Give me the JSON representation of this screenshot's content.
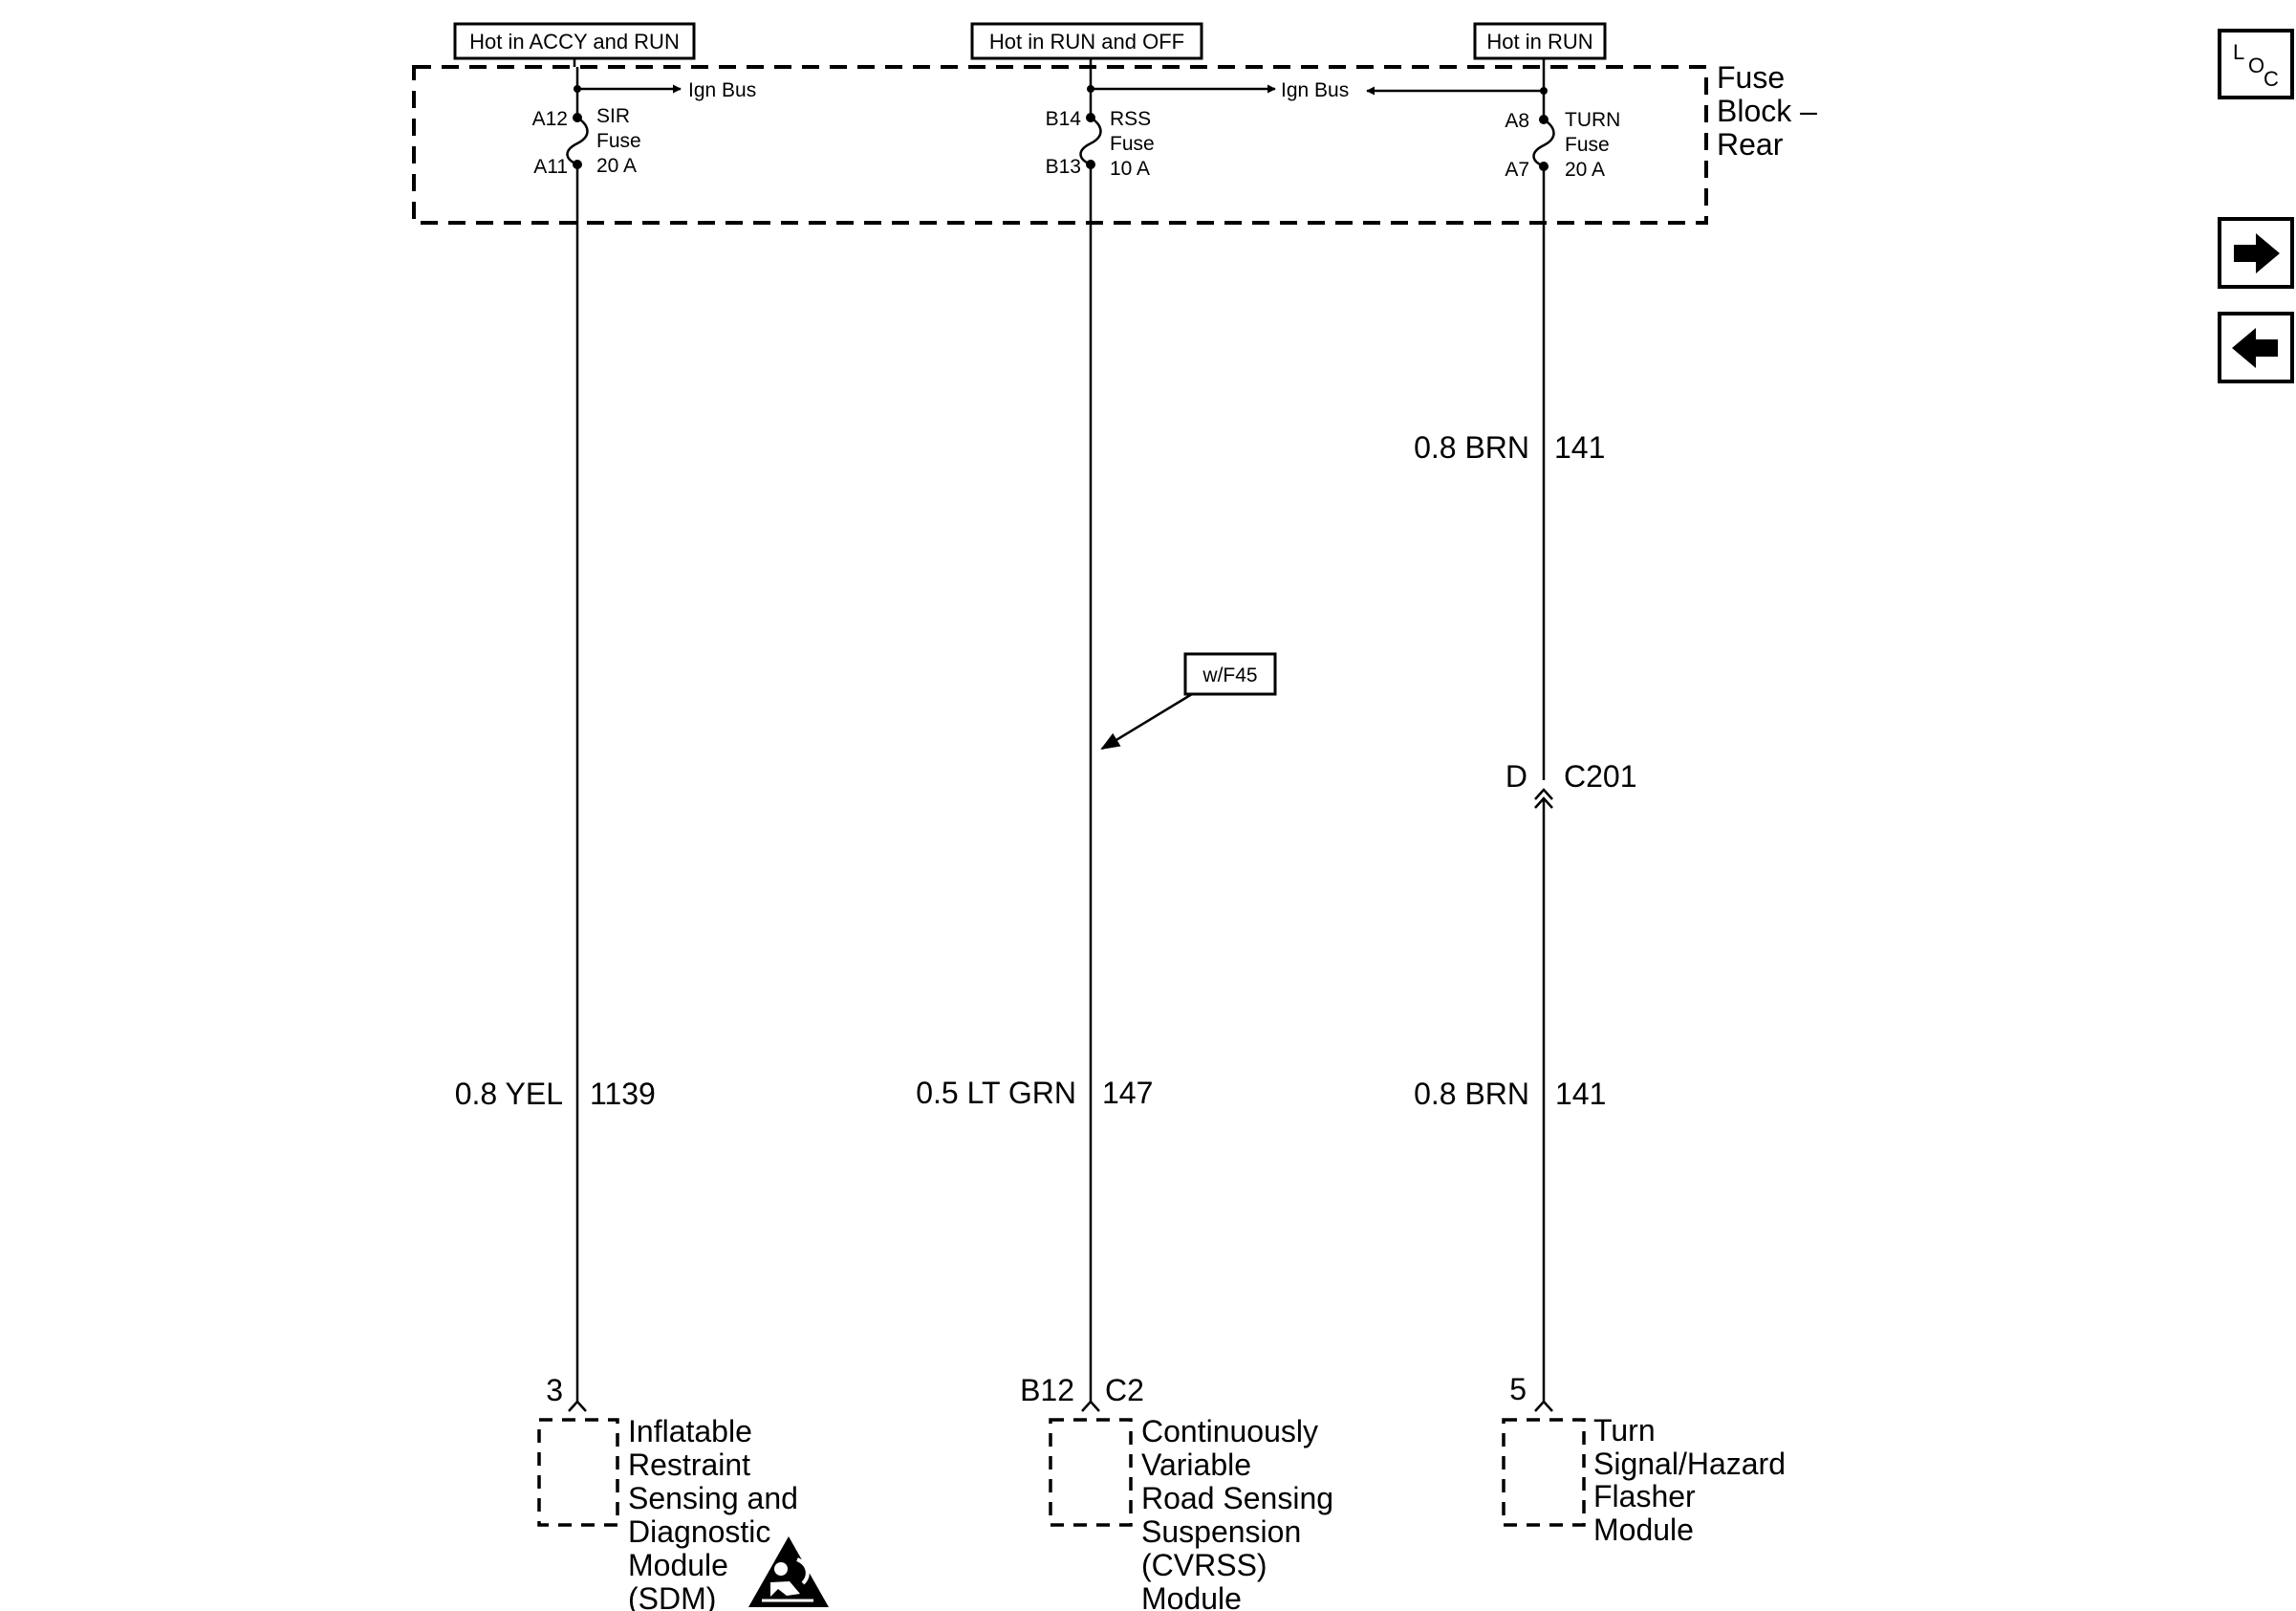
{
  "power_labels": {
    "left": "Hot in ACCY and RUN",
    "center": "Hot in RUN and OFF",
    "right": "Hot in RUN"
  },
  "fuse_block": {
    "name_line1": "Fuse",
    "name_line2": "Block –",
    "name_line3": "Rear",
    "ign_bus_left": "Ign Bus",
    "ign_bus_right": "Ign Bus"
  },
  "fuses": [
    {
      "pin_in": "A12",
      "pin_out": "A11",
      "name": "SIR",
      "word": "Fuse",
      "rating": "20 A"
    },
    {
      "pin_in": "B14",
      "pin_out": "B13",
      "name": "RSS",
      "word": "Fuse",
      "rating": "10 A"
    },
    {
      "pin_in": "A8",
      "pin_out": "A7",
      "name": "TURN",
      "word": "Fuse",
      "rating": "20 A"
    }
  ],
  "wires": [
    {
      "color": "0.8 YEL",
      "circuit": "1139"
    },
    {
      "color": "0.5 LT GRN",
      "circuit": "147"
    },
    {
      "color": "0.8 BRN",
      "circuit": "141"
    }
  ],
  "wire_upper": {
    "color": "0.8 BRN",
    "circuit": "141"
  },
  "option_tag": "w/F45",
  "connector_c201": {
    "pin": "D",
    "name": "C201"
  },
  "modules": [
    {
      "pin": "3",
      "connector": "",
      "lines": [
        "Inflatable",
        "Restraint",
        "Sensing and",
        "Diagnostic",
        "Module",
        "(SDM)"
      ]
    },
    {
      "pin": "B12",
      "connector": "C2",
      "lines": [
        "Continuously",
        "Variable",
        "Road Sensing",
        "Suspension",
        "(CVRSS)",
        "Module"
      ]
    },
    {
      "pin": "5",
      "connector": "",
      "lines": [
        "Turn",
        "Signal/Hazard",
        "Flasher",
        "Module"
      ]
    }
  ],
  "nav": {
    "loc_l": "L",
    "loc_o": "O",
    "loc_c": "C",
    "next_icon": "arrow-right-icon",
    "prev_icon": "arrow-left-icon"
  },
  "icons": {
    "sdm_warning": "airbag-warning-icon"
  }
}
